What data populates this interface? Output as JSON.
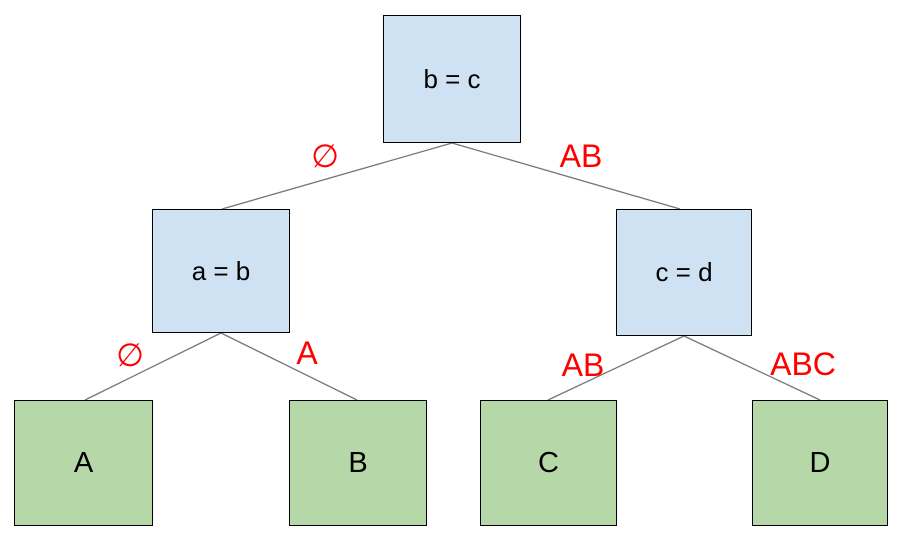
{
  "diagram": {
    "type": "binary-decision-tree",
    "colors": {
      "background": "#ffffff",
      "internal_node_fill": "#cfe2f3",
      "leaf_node_fill": "#b6d7a8",
      "node_border": "#000000",
      "node_text": "#000000",
      "edge_line": "#757575",
      "edge_label": "#ff0000"
    },
    "nodes": {
      "root": {
        "label": "b = c",
        "kind": "comparison"
      },
      "left": {
        "label": "a = b",
        "kind": "comparison"
      },
      "right": {
        "label": "c = d",
        "kind": "comparison"
      },
      "leaf_a": {
        "label": "A",
        "kind": "leaf"
      },
      "leaf_b": {
        "label": "B",
        "kind": "leaf"
      },
      "leaf_c": {
        "label": "C",
        "kind": "leaf"
      },
      "leaf_d": {
        "label": "D",
        "kind": "leaf"
      }
    },
    "edges": [
      {
        "from": "root",
        "to": "left",
        "label": "∅"
      },
      {
        "from": "root",
        "to": "right",
        "label": "AB"
      },
      {
        "from": "left",
        "to": "leaf_a",
        "label": "∅"
      },
      {
        "from": "left",
        "to": "leaf_b",
        "label": "A"
      },
      {
        "from": "right",
        "to": "leaf_c",
        "label": "AB"
      },
      {
        "from": "right",
        "to": "leaf_d",
        "label": "ABC"
      }
    ]
  }
}
